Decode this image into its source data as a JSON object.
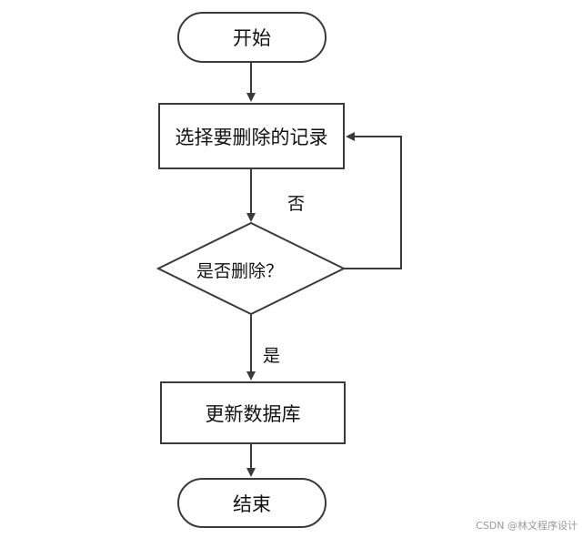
{
  "nodes": {
    "start": "开始",
    "select_record": "选择要删除的记录",
    "decision": "是否删除？",
    "update_db": "更新数据库",
    "end": "结束"
  },
  "edges": {
    "no_label": "否",
    "yes_label": "是"
  },
  "watermark": "CSDN @林文程序设计",
  "colors": {
    "stroke": "#3a3a3a",
    "text": "#111111",
    "background": "#ffffff"
  }
}
